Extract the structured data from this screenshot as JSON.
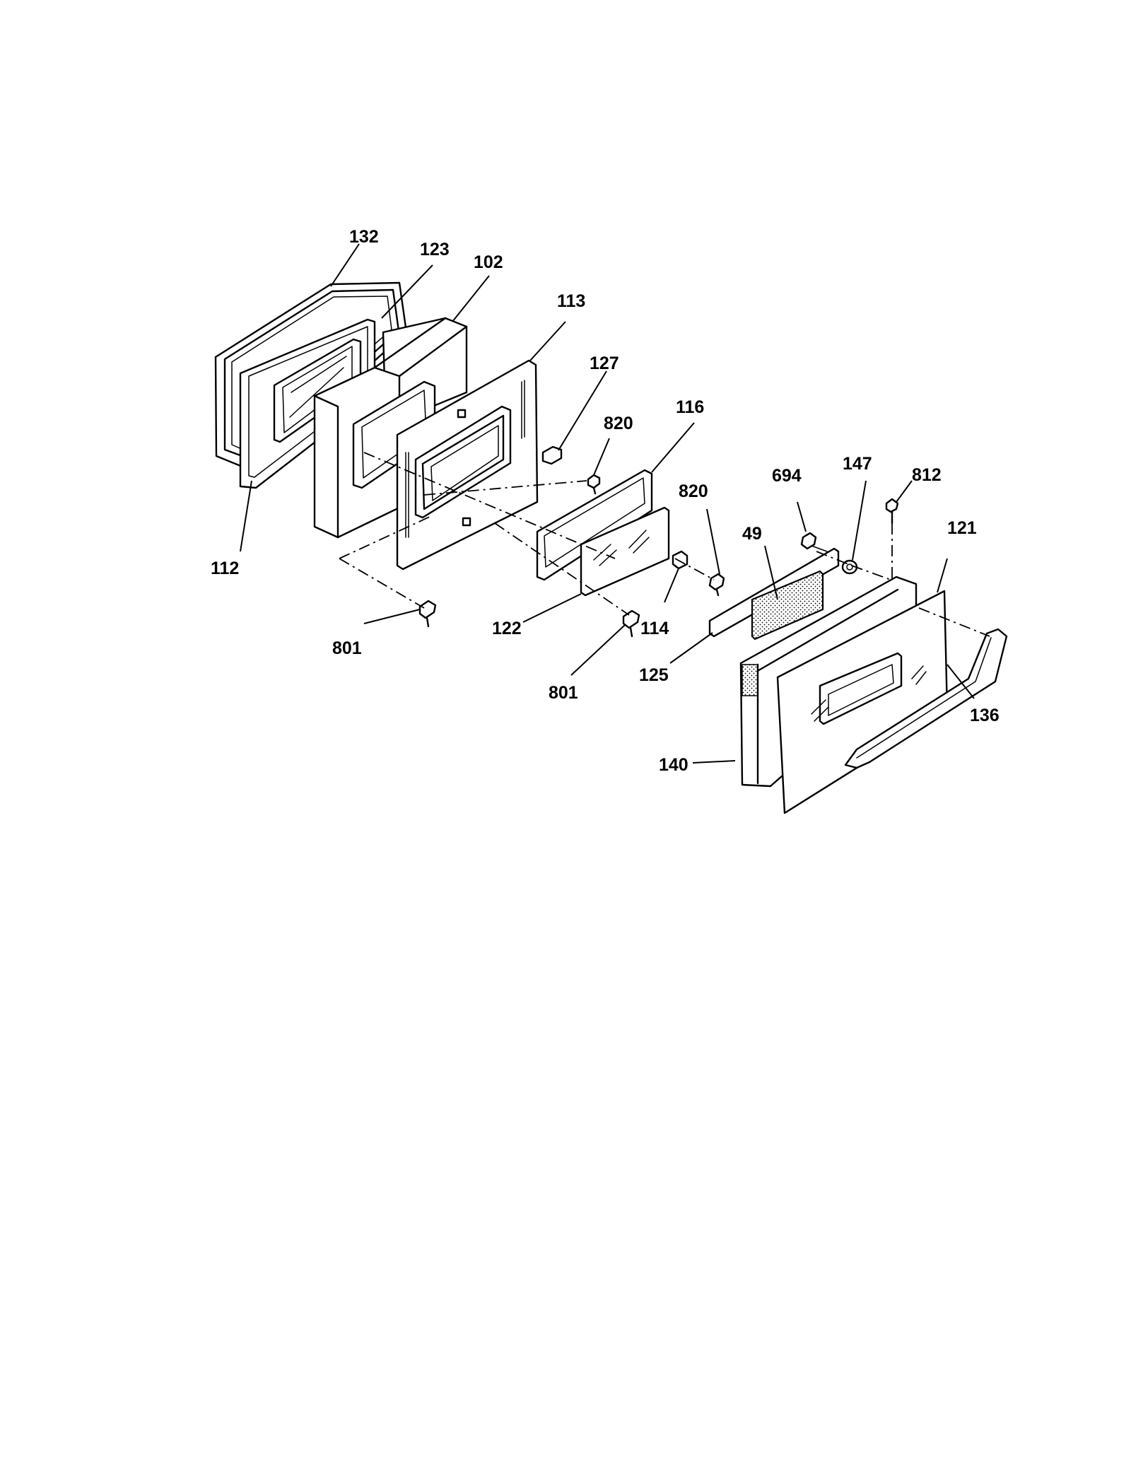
{
  "labels": {
    "p132": "132",
    "p123": "123",
    "p102": "102",
    "p113": "113",
    "p127": "127",
    "p820a": "820",
    "p116": "116",
    "p820b": "820",
    "p694": "694",
    "p147": "147",
    "p812": "812",
    "p49": "49",
    "p121": "121",
    "p112": "112",
    "p801a": "801",
    "p122": "122",
    "p114": "114",
    "p801b": "801",
    "p125": "125",
    "p136": "136",
    "p140": "140"
  }
}
